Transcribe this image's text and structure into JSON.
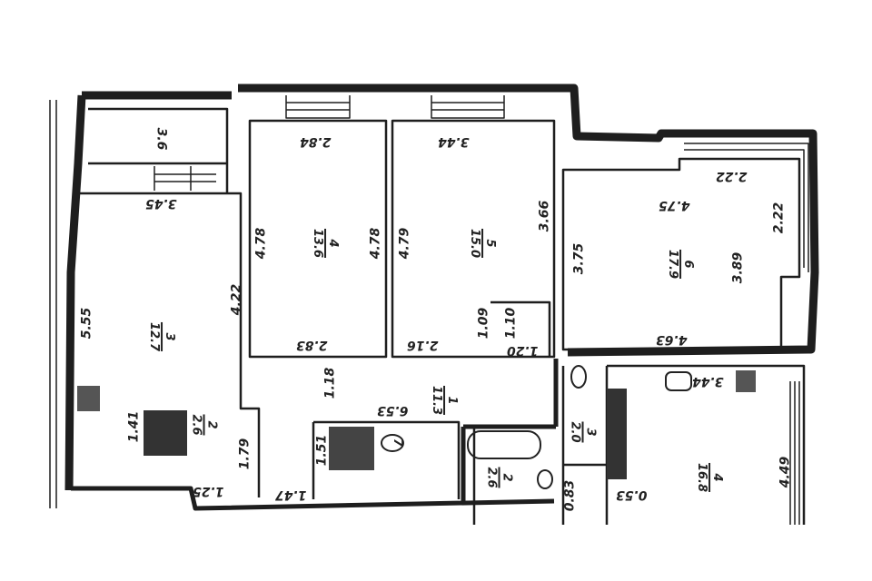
{
  "title": "Apartment floor plan",
  "rooms": [
    {
      "number": "3",
      "area": "12.7"
    },
    {
      "number": "4",
      "area": "13.6"
    },
    {
      "number": "5",
      "area": "15.0"
    },
    {
      "number": "6",
      "area": "17.9"
    },
    {
      "number": "1",
      "area": "11.3"
    },
    {
      "number": "2",
      "area": "2.6"
    },
    {
      "number": "7",
      "area": ""
    },
    {
      "number": "2",
      "area": "2.6"
    },
    {
      "number": "3",
      "area": "2.0"
    },
    {
      "number": "4",
      "area": "16.8"
    }
  ],
  "dimensions": [
    "3.6",
    "3.45",
    "2.84",
    "4.78",
    "4.78",
    "4.79",
    "3.44",
    "3.66",
    "3.75",
    "2.22",
    "4.75",
    "3.89",
    "2.22",
    "4.63",
    "1.09",
    "1.10",
    "1.20",
    "2.83",
    "2.16",
    "4.22",
    "5.55",
    "1.18",
    "6.53",
    "1.51",
    "1.41",
    "1.79",
    "1.47",
    "1.25",
    "0.83",
    "0.53",
    "3.44",
    "4.49"
  ]
}
